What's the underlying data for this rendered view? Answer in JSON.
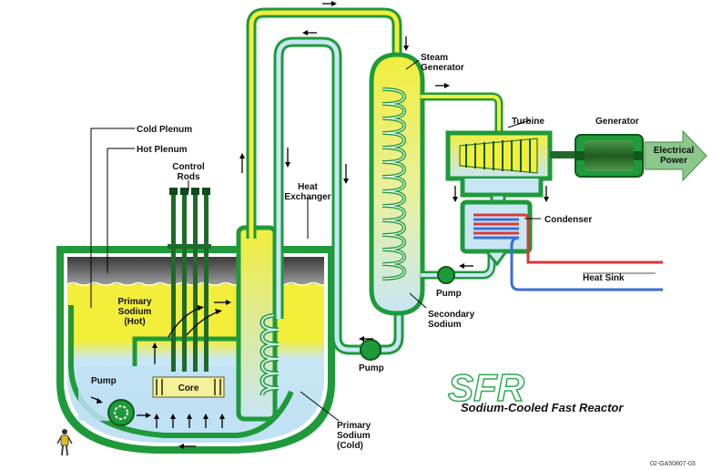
{
  "labels": {
    "cold_plenum": "Cold Plenum",
    "hot_plenum": "Hot Plenum",
    "control_rods_1": "Control",
    "control_rods_2": "Rods",
    "heat_exchanger_1": "Heat",
    "heat_exchanger_2": "Exchanger",
    "steam_generator_1": "Steam",
    "steam_generator_2": "Generator",
    "turbine": "Turbine",
    "generator": "Generator",
    "electrical_power_1": "Electrical",
    "electrical_power_2": "Power",
    "condenser": "Condenser",
    "heat_sink": "Heat Sink",
    "primary_sodium_hot_1": "Primary",
    "primary_sodium_hot_2": "Sodium",
    "primary_sodium_hot_3": "(Hot)",
    "core": "Core",
    "pump_left": "Pump",
    "pump_middle": "Pump",
    "pump_right": "Pump",
    "secondary_sodium_1": "Secondary",
    "secondary_sodium_2": "Sodium",
    "primary_sodium_cold_1": "Primary",
    "primary_sodium_cold_2": "Sodium",
    "primary_sodium_cold_3": "(Cold)",
    "logo_letters": "SFR",
    "reactor_name": "Sodium-Cooled Fast Reactor",
    "doc_number": "02-GA50807-03"
  },
  "colors": {
    "vessel_green": "#1e9a3a",
    "hot_sodium_yellow": "#f2ee3a",
    "cold_sodium_blue": "#bfe1f3",
    "gas_black": "#2b2b2b",
    "secondary_loop_yellow": "#f6f26c",
    "secondary_loop_blue": "#c8e6f5",
    "heat_sink_red": "#d63a3a",
    "heat_sink_blue": "#3a6ed6",
    "power_arrow_green": "#6ab56a"
  }
}
